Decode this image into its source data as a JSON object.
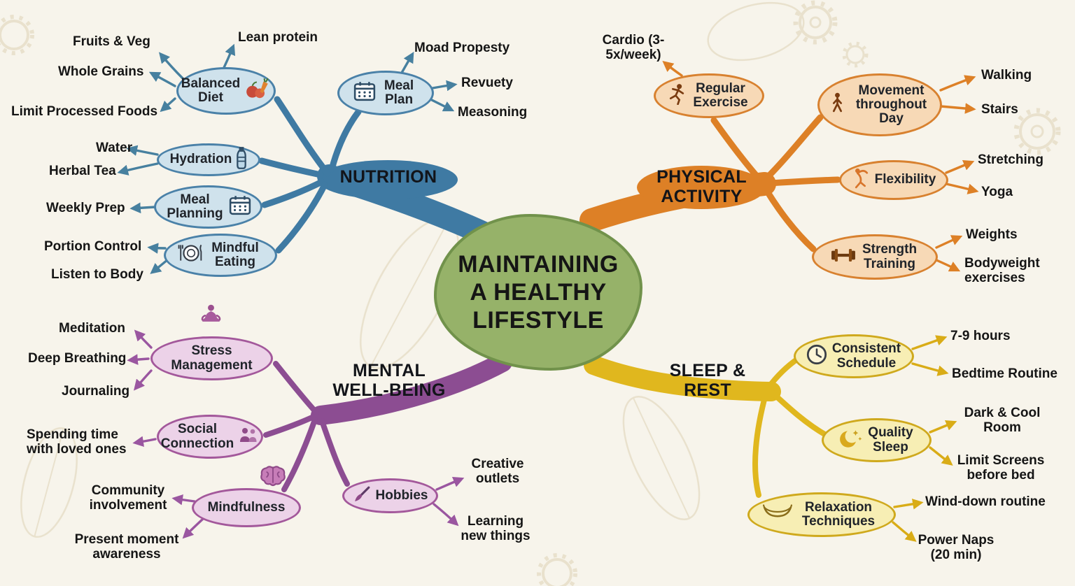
{
  "title": "MAINTAINING A HEALTHY LIFESTYLE",
  "colors": {
    "center_fill": "#96b269",
    "center_border": "#71924b",
    "nutrition": "#3f7aa3",
    "physical": "#dd8026",
    "mental": "#8c4d92",
    "sleep": "#e0b71e"
  },
  "branches": {
    "nutrition": {
      "label": "NUTRITION",
      "color": "#3f7aa3",
      "nodes": [
        {
          "label": "Balanced Diet",
          "icon": "fruits-icon",
          "leaves": [
            "Fruits & Veg",
            "Whole Grains",
            "Limit Processed Foods",
            "Lean protein"
          ]
        },
        {
          "label": "Meal Plan",
          "icon": "calendar-icon",
          "leaves": [
            "Moad Propesty",
            "Revuety",
            "Measoning"
          ]
        },
        {
          "label": "Hydration",
          "icon": "bottle-icon",
          "leaves": [
            "Water",
            "Herbal Tea"
          ]
        },
        {
          "label": "Meal Planning",
          "icon": "calendar-icon",
          "leaves": [
            "Weekly Prep"
          ]
        },
        {
          "label": "Mindful Eating",
          "icon": "plate-icon",
          "leaves": [
            "Portion Control",
            "Listen to Body"
          ]
        }
      ]
    },
    "physical": {
      "label": "PHYSICAL ACTIVITY",
      "color": "#dd8026",
      "nodes": [
        {
          "label": "Regular Exercise",
          "icon": "runner-icon",
          "leaves": [
            "Cardio (3-5x/week)"
          ]
        },
        {
          "label": "Movement throughout Day",
          "icon": "walking-person-icon",
          "leaves": [
            "Walking",
            "Stairs"
          ]
        },
        {
          "label": "Flexibility",
          "icon": "stretching-person-icon",
          "leaves": [
            "Stretching",
            "Yoga"
          ]
        },
        {
          "label": "Strength Training",
          "icon": "dumbbell-icon",
          "leaves": [
            "Weights",
            "Bodyweight exercises"
          ]
        }
      ]
    },
    "mental": {
      "label": "MENTAL WELL-BEING",
      "color": "#8c4d92",
      "nodes": [
        {
          "label": "Stress Management",
          "icon": "meditation-icon",
          "leaves": [
            "Meditation",
            "Deep Breathing",
            "Journaling"
          ]
        },
        {
          "label": "Social Connection",
          "icon": "people-icon",
          "leaves": [
            "Spending time with loved ones"
          ]
        },
        {
          "label": "Mindfulness",
          "icon": "brain-icon",
          "leaves": [
            "Community involvement",
            "Present moment awareness"
          ]
        },
        {
          "label": "Hobbies",
          "icon": "paintbrush-icon",
          "leaves": [
            "Creative outlets",
            "Learning new things"
          ]
        }
      ]
    },
    "sleep": {
      "label": "SLEEP & REST",
      "color": "#e0b71e",
      "nodes": [
        {
          "label": "Consistent Schedule",
          "icon": "clock-icon",
          "leaves": [
            "7-9 hours",
            "Bedtime Routine"
          ]
        },
        {
          "label": "Quality Sleep",
          "icon": "moon-icon",
          "leaves": [
            "Dark & Cool Room",
            "Limit Screens before bed"
          ]
        },
        {
          "label": "Relaxation Techniques",
          "icon": "hammock-icon",
          "leaves": [
            "Wind-down routine",
            "Power Naps (20 min)"
          ]
        }
      ]
    }
  }
}
